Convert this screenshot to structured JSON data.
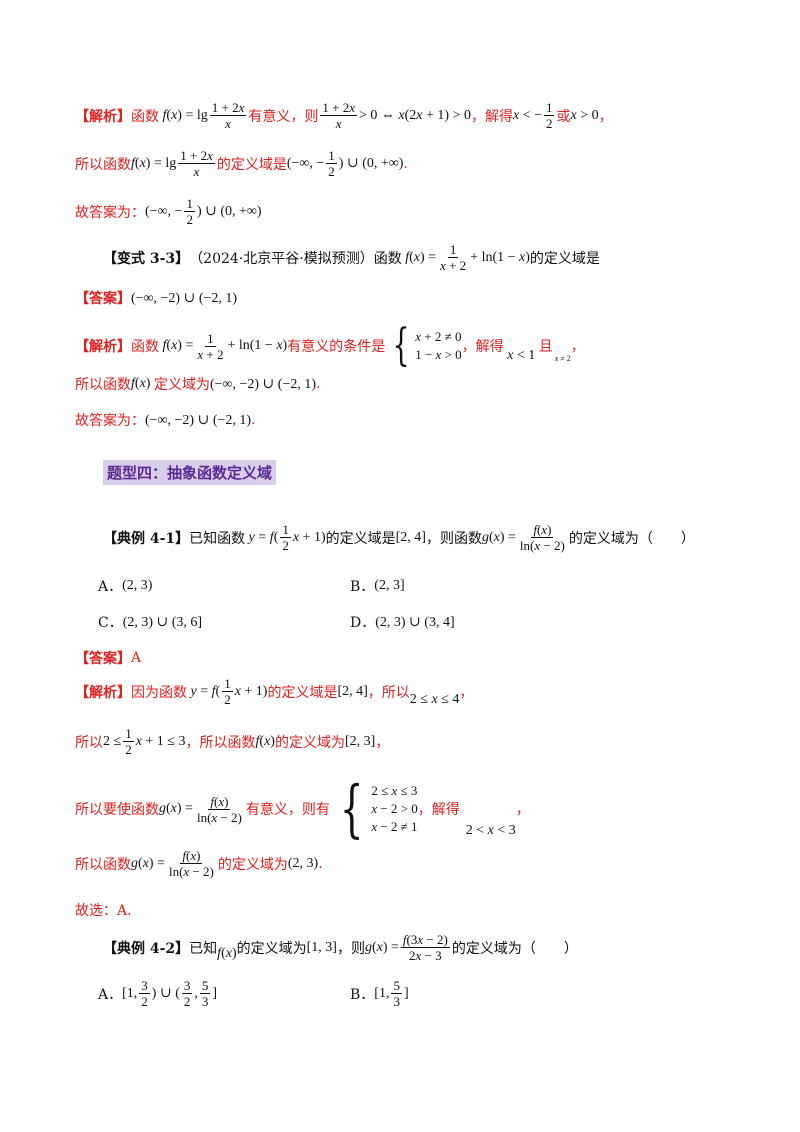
{
  "colors": {
    "analysis_red": "#e0201f",
    "heading_bg": "#d8cdea",
    "heading_text": "#5b2a93"
  },
  "block1": {
    "tag": "【解析】",
    "t1": "函数",
    "t2": "有意义，则",
    "t3": "，解得",
    "t4": "或",
    "t5": "，",
    "l2_t1": "所以函数",
    "l2_t2": "的定义域是",
    "l2_t3": ".",
    "l3": "故答案为："
  },
  "v33": {
    "tag": "【变式 3-3】",
    "source": "（2024·北京平谷·模拟预测）",
    "t1": "函数",
    "t2": "的定义域是",
    "ans_tag": "【答案】",
    "ana_tag": "【解析】",
    "a1": "函数",
    "a2": "有意义的条件是",
    "a3": "，解得",
    "a4": "且",
    "a5": "，",
    "l3_t1": "所以函数",
    "l3_t2": "定义域为",
    "l3_t3": ".",
    "l4_t1": "故答案为：",
    "l4_t2": "."
  },
  "heading": "题型四：抽象函数定义域",
  "e41": {
    "tag": "【典例 4-1】",
    "t1": "已知函数",
    "t2": "的定义域是",
    "t3": "，则函数",
    "t4": "的定义域为（　　）",
    "optA": "A．",
    "optB": "B．",
    "optC": "C．",
    "optD": "D．",
    "ans_tag": "【答案】",
    "ans": "A",
    "ana_tag": "【解析】",
    "a1": "因为函数",
    "a2": "的定义域是",
    "a3": "，所以",
    "a4": "，",
    "l2_t1": "所以",
    "l2_t2": "，所以函数",
    "l2_t3": "的定义域为",
    "l2_t4": "，",
    "l3_t1": "所以要使函数",
    "l3_t2": "有意义，则有",
    "l3_t3": "，解得",
    "l3_t4": "，",
    "l4_t1": "所以函数",
    "l4_t2": "的定义域为",
    "l4_t3": ".",
    "l5": "故选：A."
  },
  "e42": {
    "tag": "【典例 4-2】",
    "t1": "已知",
    "t2": "的定义域为",
    "t3": "，则",
    "t4": "的定义域为（　　）",
    "optA": "A．",
    "optB": "B．"
  }
}
